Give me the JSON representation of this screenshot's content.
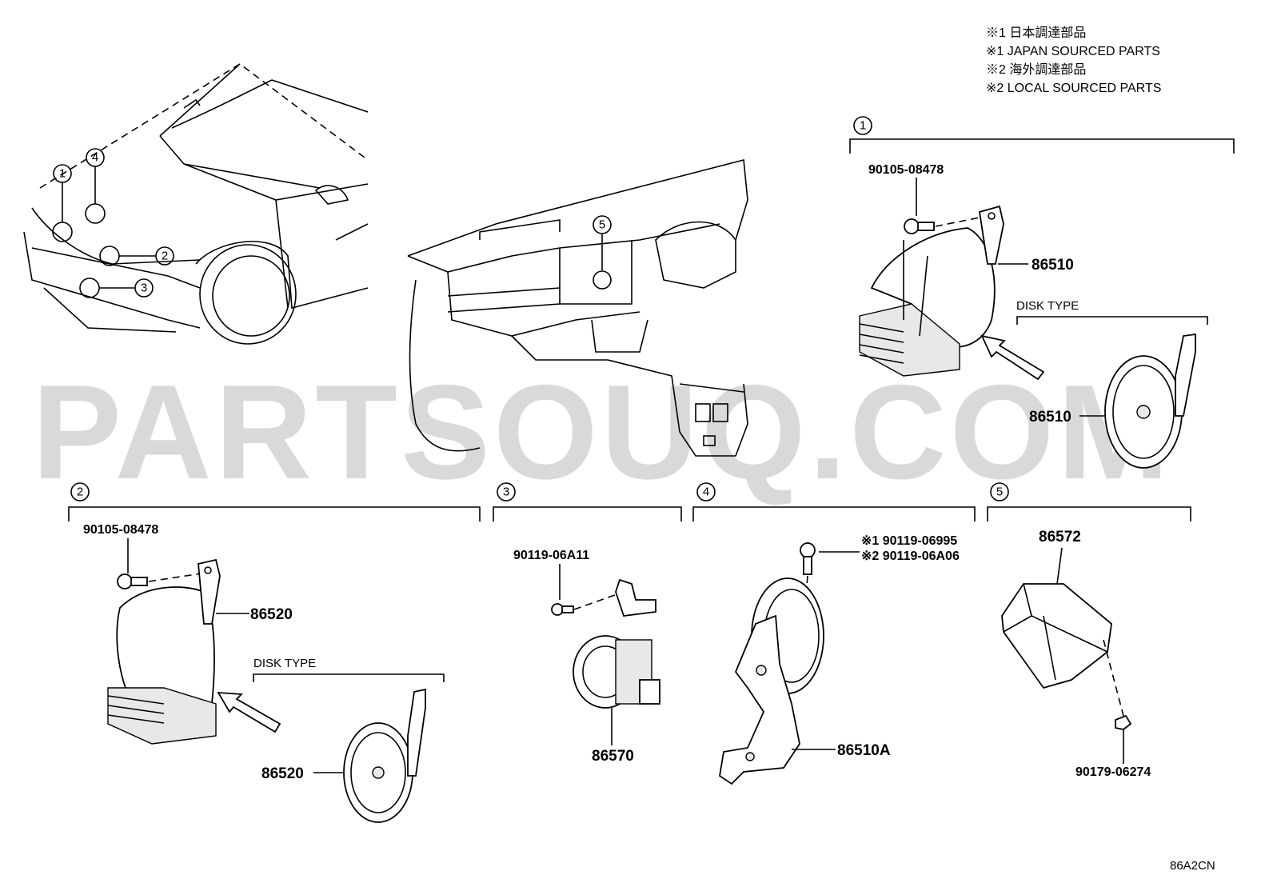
{
  "watermark": "PARTSOUQ.COM",
  "notes": [
    "※1 日本調達部品",
    "※1 JAPAN SOURCED PARTS",
    "※2 海外調達部品",
    "※2 LOCAL SOURCED PARTS"
  ],
  "callouts": {
    "c1": "1",
    "c2": "2",
    "c3": "3",
    "c4": "4",
    "c5": "5"
  },
  "group1": {
    "num": "1",
    "bolt": "90105-08478",
    "horn": "86510",
    "disk_type": "DISK TYPE",
    "disk_horn": "86510"
  },
  "group2": {
    "num": "2",
    "bolt": "90105-08478",
    "horn": "86520",
    "disk_type": "DISK TYPE",
    "disk_horn": "86520"
  },
  "group3": {
    "num": "3",
    "bolt": "90119-06A11",
    "part": "86570"
  },
  "group4": {
    "num": "4",
    "bolt1": "※1 90119-06995",
    "bolt2": "※2 90119-06A06",
    "part": "86510A"
  },
  "group5": {
    "num": "5",
    "part": "86572",
    "clip": "90179-06274"
  },
  "diagram_code": "86A2CN"
}
